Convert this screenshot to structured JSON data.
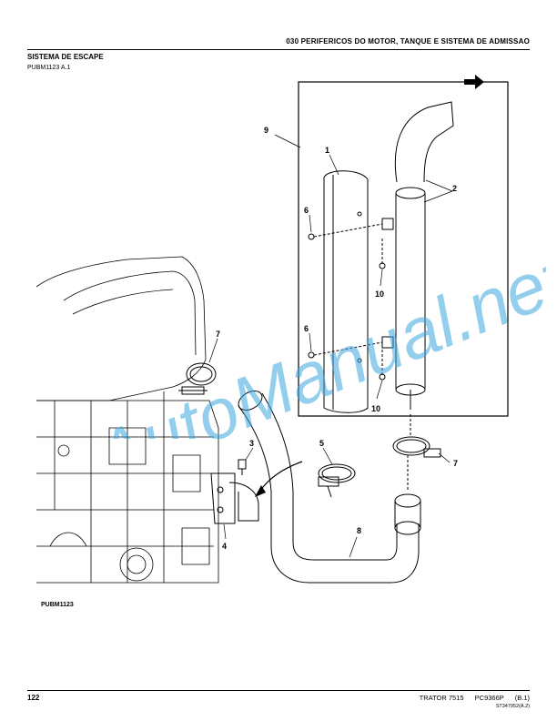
{
  "header": {
    "title": "030 PERIFERICOS DO MOTOR, TANQUE E SISTEMA DE ADMISSAO"
  },
  "section": {
    "title": "SISTEMA DE ESCAPE",
    "ref": "PUBM1123 A.1"
  },
  "figure": {
    "id": "PUBM1123"
  },
  "callouts": {
    "c1": "1",
    "c2": "2",
    "c3": "3",
    "c4": "4",
    "c5": "5",
    "c6a": "6",
    "c6b": "6",
    "c7a": "7",
    "c7b": "7",
    "c8": "8",
    "c9": "9",
    "c10a": "10",
    "c10b": "10"
  },
  "footer": {
    "page": "122",
    "model": "TRATOR 7515",
    "catalog": "PC9366P",
    "revision": "(B.1)",
    "code": "ST347952(A.2)"
  },
  "watermark": {
    "text": "AutoManual.net",
    "color": "#3aa6dc"
  }
}
